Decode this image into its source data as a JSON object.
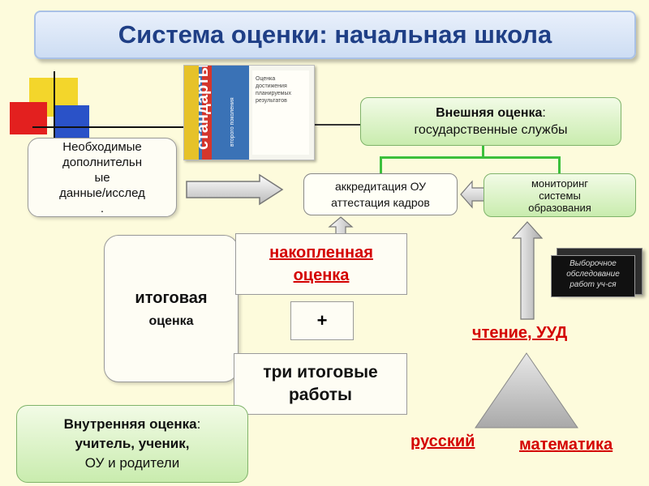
{
  "title": "Система оценки: начальная школа",
  "external": {
    "heading": "Внешняя оценка",
    "colon": ":",
    "subtitle": "государственные службы"
  },
  "book": {
    "cover_title": "стандарты",
    "cover_sub": "второго поколения",
    "cover_right": "Оценка достижения планируемых результатов"
  },
  "additional_data": {
    "lines": [
      "Необходимые",
      "дополнительн",
      "ые",
      "данные/исслед",
      "."
    ]
  },
  "accreditation": {
    "line1": "аккредитация ОУ",
    "line2": "аттестация кадров"
  },
  "monitoring": {
    "line1": "мониторинг",
    "line2": "системы",
    "line3": "образования"
  },
  "final_assessment": {
    "line1": "итоговая",
    "line2": "оценка"
  },
  "cumulative": {
    "line1": "накопленная",
    "line2": "оценка"
  },
  "plus": "+",
  "three_works": {
    "line1": "три итоговые",
    "line2": "работы"
  },
  "internal": {
    "heading": "Внутренняя оценка",
    "colon": ":",
    "line2": "учитель, ученик,",
    "line3": "ОУ и родители"
  },
  "sample_survey": {
    "line1": "Выборочное",
    "line2": "обследование",
    "line3": "работ уч-ся"
  },
  "reading": "чтение, УУД",
  "russian": "русский",
  "math": "математика",
  "colors": {
    "title_text": "#1f3f86",
    "green_fill": "#c9ecae",
    "accent_red": "#d40000",
    "triangle_gray": "#bdbdbd"
  }
}
